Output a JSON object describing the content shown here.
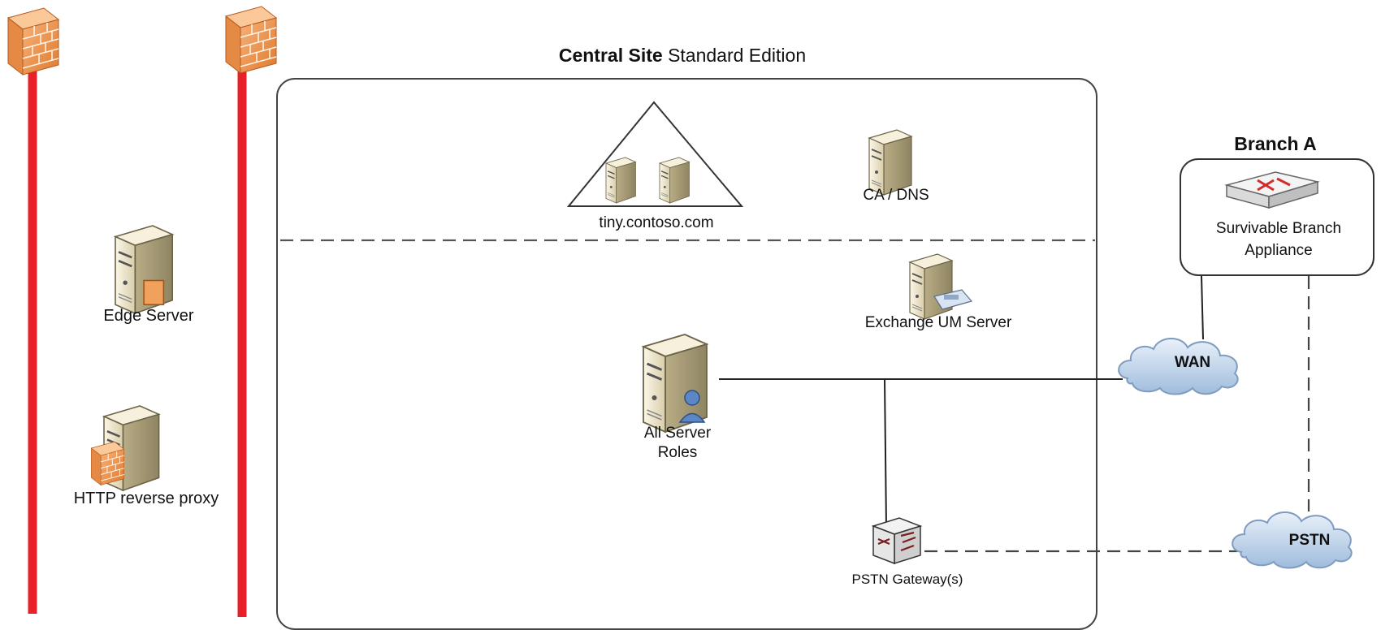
{
  "central_site": {
    "title_bold": "Central Site",
    "title_regular": "Standard Edition"
  },
  "perimeter": {
    "edge_server": "Edge Server",
    "http_reverse_proxy": "HTTP reverse proxy"
  },
  "forest": {
    "label": "tiny.contoso.com"
  },
  "ca_dns": {
    "label": "CA / DNS"
  },
  "exchange_um": {
    "label": "Exchange UM Server"
  },
  "all_server_roles": {
    "line1": "All Server",
    "line2": "Roles"
  },
  "pstn_gateway": {
    "label": "PSTN Gateway(s)"
  },
  "branch": {
    "title": "Branch A",
    "appliance_line1": "Survivable Branch",
    "appliance_line2": "Appliance"
  },
  "clouds": {
    "wan": "WAN",
    "pstn": "PSTN"
  },
  "colors": {
    "firewall_line": "#e8202a",
    "firewall_brick": "#f08a3c",
    "cloud_fill": "#b9cfe6",
    "server_body": "#e9e0c2"
  }
}
